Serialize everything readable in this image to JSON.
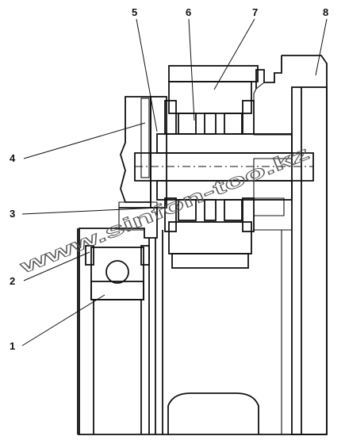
{
  "callouts": [
    {
      "id": "1",
      "label": "1"
    },
    {
      "id": "2",
      "label": "2"
    },
    {
      "id": "3",
      "label": "3"
    },
    {
      "id": "4",
      "label": "4"
    },
    {
      "id": "5",
      "label": "5"
    },
    {
      "id": "6",
      "label": "6"
    },
    {
      "id": "7",
      "label": "7"
    },
    {
      "id": "8",
      "label": "8"
    }
  ],
  "watermark": {
    "text": "www.sinfon-too.kz"
  }
}
